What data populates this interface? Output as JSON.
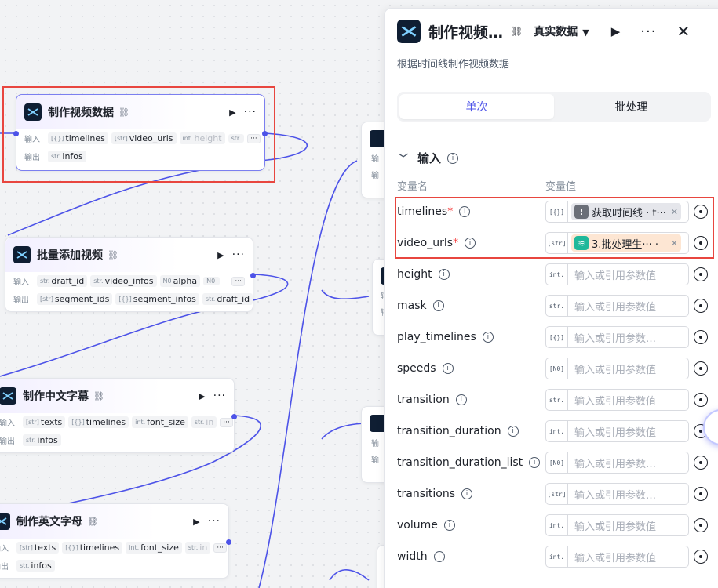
{
  "canvas": {
    "nodes": [
      {
        "id": "n1",
        "title": "制作视频数据",
        "input_label": "输入",
        "output_label": "输出",
        "inputs": [
          {
            "type": "[{}]",
            "name": "timelines"
          },
          {
            "type": "[str]",
            "name": "video_urls"
          },
          {
            "type": "int.",
            "name": "height",
            "faded": true
          },
          {
            "type": "str",
            "name": "",
            "faded": true
          }
        ],
        "outputs": [
          {
            "type": "str.",
            "name": "infos"
          }
        ]
      },
      {
        "id": "n2",
        "title": "批量添加视频",
        "input_label": "输入",
        "output_label": "输出",
        "inputs": [
          {
            "type": "str.",
            "name": "draft_id"
          },
          {
            "type": "str.",
            "name": "video_infos"
          },
          {
            "type": "N0",
            "name": "alpha"
          },
          {
            "type": "N0",
            "name": "",
            "faded": true
          }
        ],
        "outputs": [
          {
            "type": "[str]",
            "name": "segment_ids"
          },
          {
            "type": "[{}]",
            "name": "segment_infos"
          },
          {
            "type": "str.",
            "name": "draft_id"
          }
        ]
      },
      {
        "id": "n3",
        "title": "制作中文字幕",
        "input_label": "输入",
        "output_label": "输出",
        "inputs": [
          {
            "type": "[str]",
            "name": "texts"
          },
          {
            "type": "[{}]",
            "name": "timelines"
          },
          {
            "type": "int.",
            "name": "font_size"
          },
          {
            "type": "str.",
            "name": "in",
            "faded": true
          }
        ],
        "outputs": [
          {
            "type": "str.",
            "name": "infos"
          }
        ]
      },
      {
        "id": "n4",
        "title": "制作英文字母",
        "input_label": "输入",
        "output_label": "输出",
        "inputs": [
          {
            "type": "[str]",
            "name": "texts"
          },
          {
            "type": "[{}]",
            "name": "timelines"
          },
          {
            "type": "int.",
            "name": "font_size"
          },
          {
            "type": "str.",
            "name": "in",
            "faded": true
          }
        ],
        "outputs": [
          {
            "type": "str.",
            "name": "infos"
          }
        ]
      }
    ],
    "partial_node_labels": [
      "输",
      "输",
      "输",
      "输",
      "输",
      "输"
    ]
  },
  "panel": {
    "title": "制作视频…",
    "data_mode": "真实数据",
    "description": "根据时间线制作视频数据",
    "tabs": [
      {
        "label": "单次",
        "active": true
      },
      {
        "label": "批处理",
        "active": false
      }
    ],
    "section_title": "输入",
    "column_name_header": "变量名",
    "column_value_header": "变量值",
    "params": [
      {
        "name": "timelines",
        "required": true,
        "type": "[{}]",
        "ref": {
          "icon": "!",
          "style": "gray",
          "text": "获取时间线 · t···"
        }
      },
      {
        "name": "video_urls",
        "required": true,
        "type": "[str]",
        "ref": {
          "icon": "≋",
          "style": "peach",
          "text": "3.批处理生··· ·"
        }
      },
      {
        "name": "height",
        "required": false,
        "type": "int.",
        "placeholder": "输入或引用参数值"
      },
      {
        "name": "mask",
        "required": false,
        "type": "str.",
        "placeholder": "输入或引用参数值"
      },
      {
        "name": "play_timelines",
        "required": false,
        "type": "[{}]",
        "placeholder": "输入或引用参数…"
      },
      {
        "name": "speeds",
        "required": false,
        "type": "[N0]",
        "placeholder": "输入或引用参数值"
      },
      {
        "name": "transition",
        "required": false,
        "type": "str.",
        "placeholder": "输入或引用参数值"
      },
      {
        "name": "transition_duration",
        "required": false,
        "type": "int.",
        "placeholder": "输入或引用参数值"
      },
      {
        "name": "transition_duration_list",
        "required": false,
        "type": "[N0]",
        "placeholder": "输入或引用参数…"
      },
      {
        "name": "transitions",
        "required": false,
        "type": "[str]",
        "placeholder": "输入或引用参数…"
      },
      {
        "name": "volume",
        "required": false,
        "type": "int.",
        "placeholder": "输入或引用参数值"
      },
      {
        "name": "width",
        "required": false,
        "type": "int.",
        "placeholder": "输入或引用参数值"
      }
    ]
  },
  "colors": {
    "accent": "#4d53e8",
    "highlight": "#e8463f",
    "required": "#f53f3f"
  }
}
